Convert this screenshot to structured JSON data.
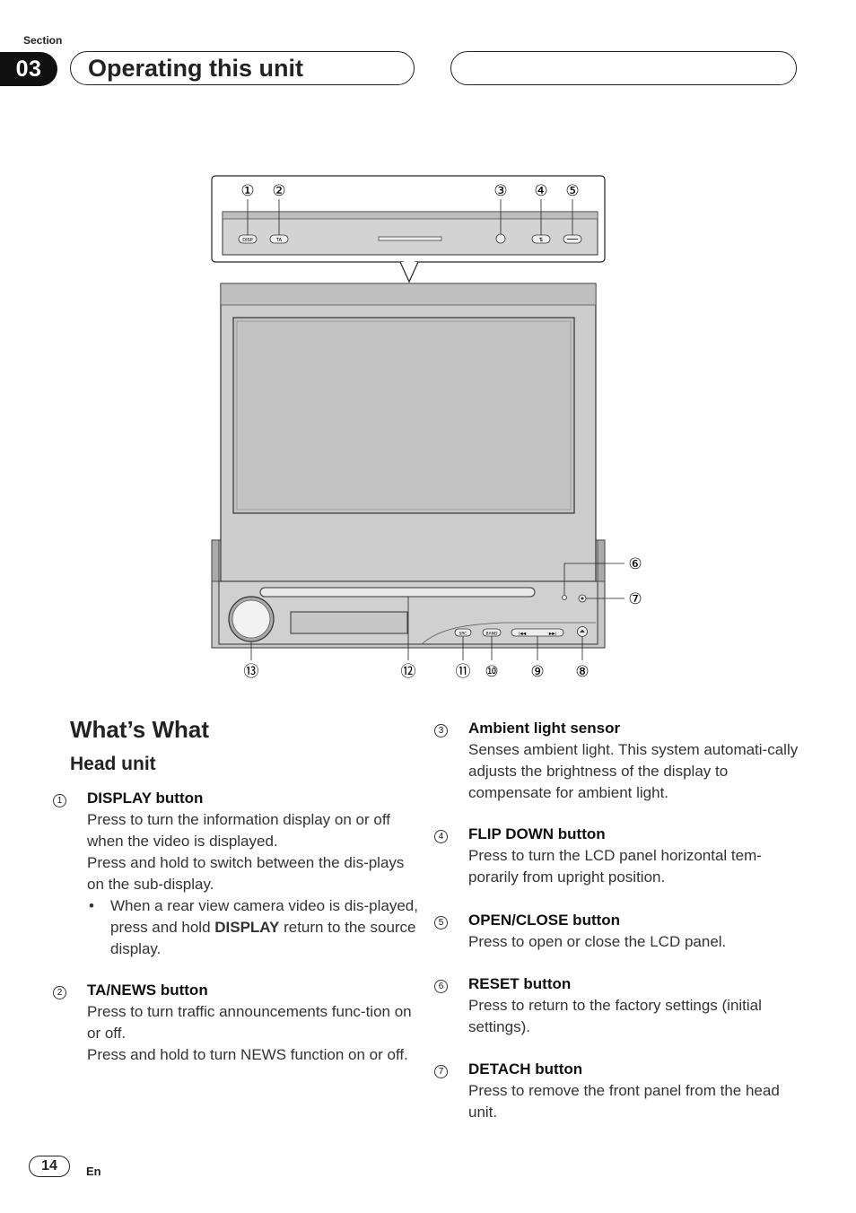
{
  "header": {
    "section_label": "Section",
    "section_number": "03",
    "title": "Operating this unit"
  },
  "figure": {
    "callouts": [
      "①",
      "②",
      "③",
      "④",
      "⑤",
      "⑥",
      "⑦",
      "⑧",
      "⑨",
      "⑩",
      "⑪",
      "⑫",
      "⑬"
    ],
    "button_labels": {
      "display": "DISP",
      "ta": "TA",
      "flip": "⇅",
      "src": "SRC",
      "band": "BAND",
      "prev": "|◀◀",
      "next": "▶▶|"
    }
  },
  "content": {
    "heading": "What’s What",
    "subheading": "Head unit",
    "items": [
      {
        "num": "1",
        "title": "DISPLAY button",
        "lines": [
          "Press to turn the information display on or off when the video is displayed.",
          "Press and hold to switch between the dis-plays on the sub-display."
        ],
        "bullet_pre": "When a rear view camera video is dis-played, press and hold ",
        "bullet_bold": "DISPLAY",
        "bullet_post": " return to the source display."
      },
      {
        "num": "2",
        "title": "TA/NEWS button",
        "lines": [
          "Press to turn traffic announcements func-tion on or off.",
          "Press and hold to turn NEWS function on or off."
        ]
      },
      {
        "num": "3",
        "title": "Ambient light sensor",
        "lines": [
          "Senses ambient light. This system automati-cally adjusts the brightness of the display to compensate for ambient light."
        ]
      },
      {
        "num": "4",
        "title": "FLIP DOWN button",
        "lines": [
          "Press to turn the LCD panel horizontal tem-porarily from upright position."
        ]
      },
      {
        "num": "5",
        "title": "OPEN/CLOSE button",
        "lines": [
          "Press to open or close the LCD panel."
        ]
      },
      {
        "num": "6",
        "title": "RESET button",
        "lines": [
          "Press to return to the factory settings (initial settings)."
        ]
      },
      {
        "num": "7",
        "title": "DETACH button",
        "lines": [
          "Press to remove the front panel from the head unit."
        ]
      }
    ]
  },
  "footer": {
    "page_number": "14",
    "language": "En"
  }
}
